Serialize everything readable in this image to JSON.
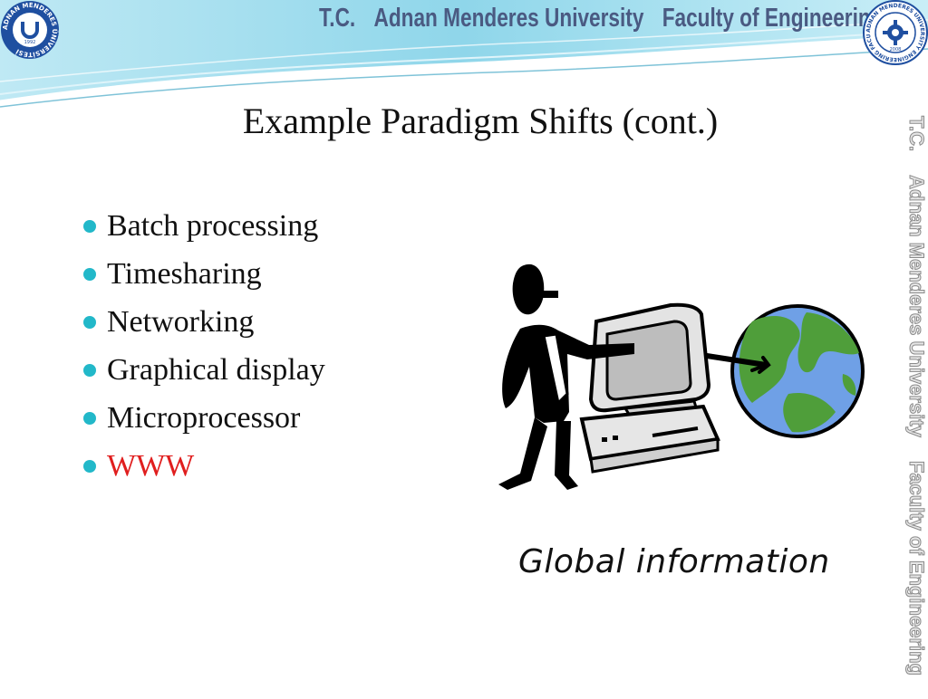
{
  "header": {
    "title_parts": [
      "T.C.",
      "Adnan Menderes University",
      "Faculty of Engineering"
    ],
    "left_logo_text": "ADNAN MENDERES ÜNİVERSİTESİ",
    "left_logo_year": "1992",
    "right_logo_text": "ADNAN MENDERES UNIVERSITY ENGINEERING FACULTY",
    "right_logo_year": "2008"
  },
  "side_strip": {
    "parts": [
      "T.C.",
      "Adnan Menderes University",
      "Faculty of Engineering"
    ]
  },
  "slide": {
    "title": "Example Paradigm Shifts (cont.)",
    "bullets": [
      {
        "text": "Batch processing",
        "highlight": false
      },
      {
        "text": "Timesharing",
        "highlight": false
      },
      {
        "text": "Networking",
        "highlight": false
      },
      {
        "text": "Graphical display",
        "highlight": false
      },
      {
        "text": "Microprocessor",
        "highlight": false
      },
      {
        "text": "WWW",
        "highlight": true
      }
    ],
    "caption": "Global information"
  },
  "colors": {
    "bullet_marker": "#22b8c9",
    "highlight": "#e01e1e",
    "header_text": "#4a5a82",
    "wave_blue": "#8fd6ea"
  }
}
